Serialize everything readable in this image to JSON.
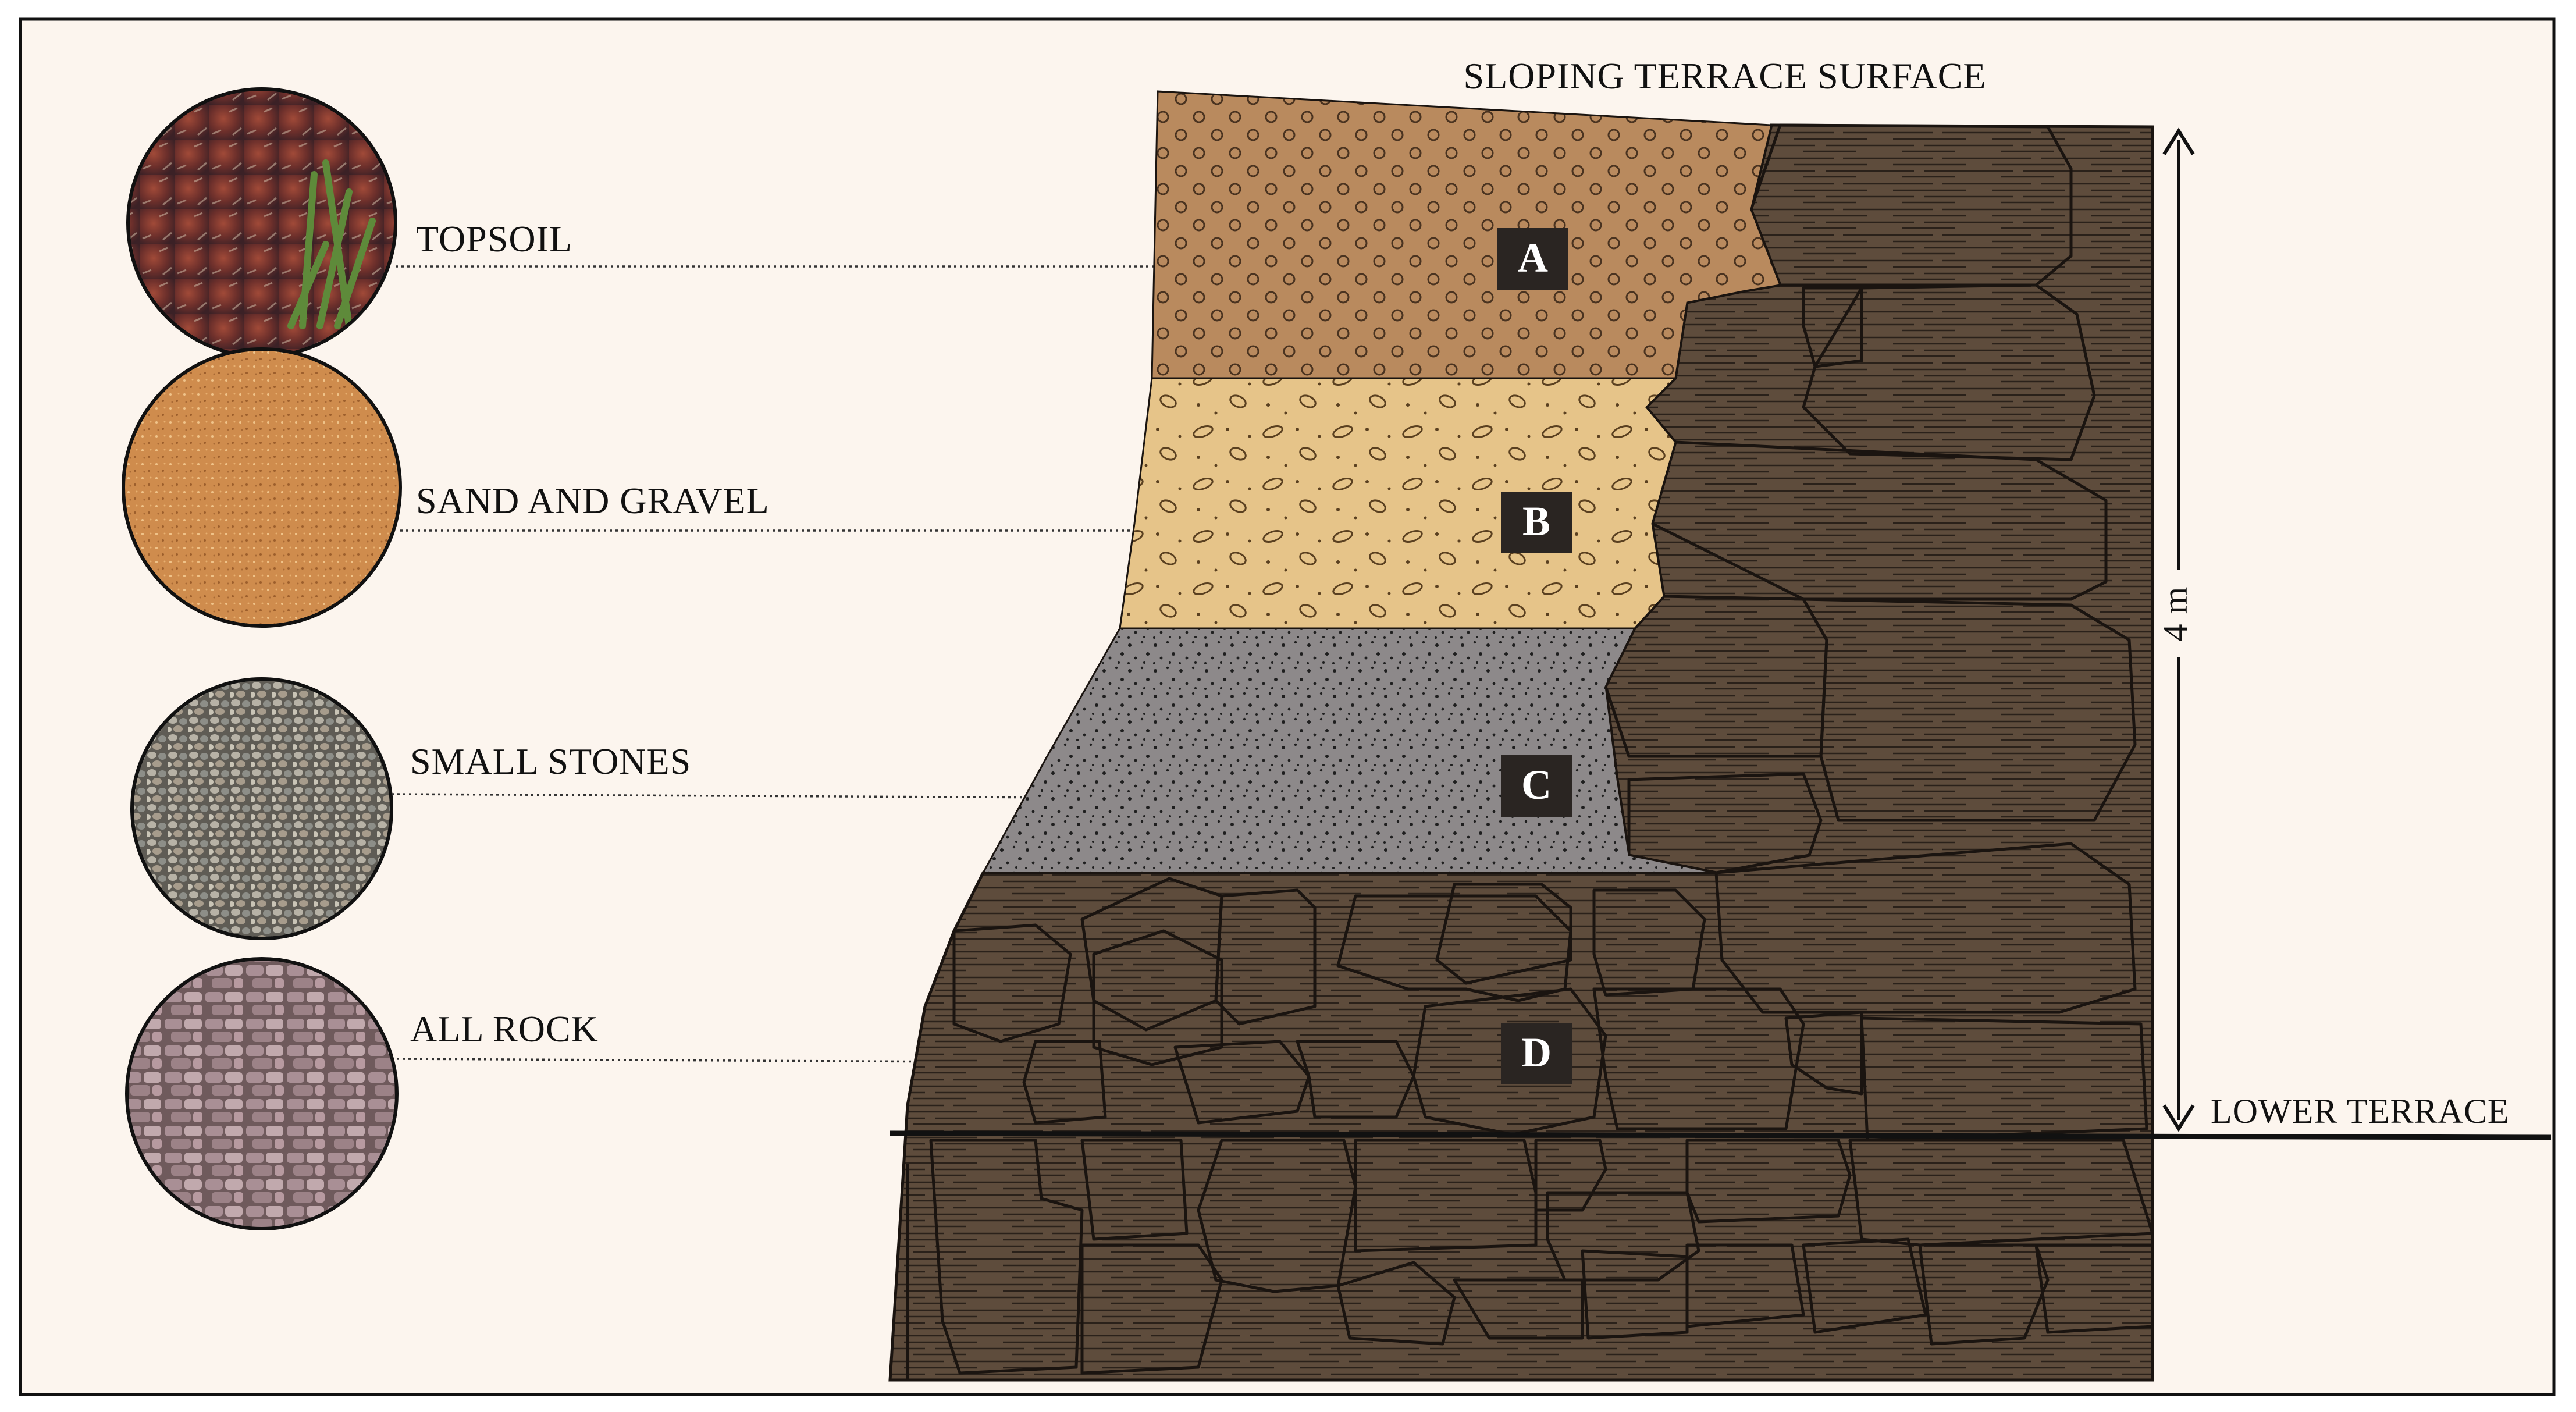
{
  "title": "SLOPING TERRACE SURFACE",
  "lower_terrace_label": "LOWER TERRACE",
  "height_label": "4 m",
  "legend": [
    {
      "label": "TOPSOIL",
      "swatch": "topsoil-photo-icon"
    },
    {
      "label": "SAND AND GRAVEL",
      "swatch": "sand-photo-icon"
    },
    {
      "label": "SMALL STONES",
      "swatch": "stones-photo-icon"
    },
    {
      "label": "ALL ROCK",
      "swatch": "rock-photo-icon"
    }
  ],
  "layers": [
    {
      "letter": "A",
      "color": "#b98a5e"
    },
    {
      "letter": "B",
      "color": "#e6c489"
    },
    {
      "letter": "C",
      "color": "#8d898a"
    },
    {
      "letter": "D",
      "color": "#5e4c3c"
    }
  ],
  "colors": {
    "background": "#fcf5ee",
    "rock": "#5e4c3c",
    "outline": "#1a1410"
  }
}
